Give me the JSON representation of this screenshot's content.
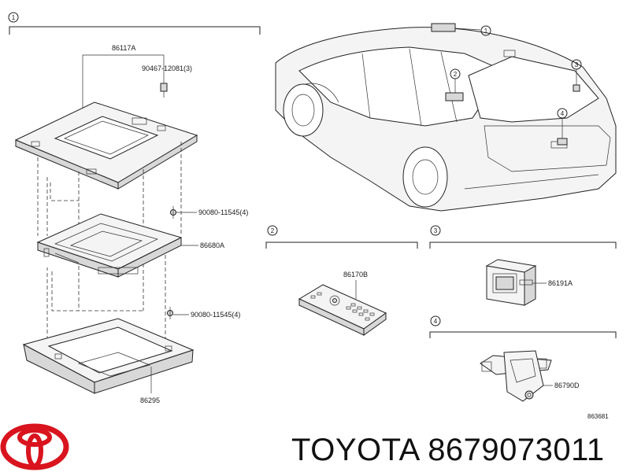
{
  "callouts": {
    "c1": "1",
    "c2": "2",
    "c3": "3",
    "c4": "4",
    "v1": "1",
    "v2": "2",
    "v3": "3",
    "v4": "4"
  },
  "parts": {
    "p86117A": "86117A",
    "p90467": "90467-12081(3)",
    "p90080a": "90080-11545(4)",
    "p86680A": "86680A",
    "p90080b": "90080-11545(4)",
    "p86295": "86295",
    "p86170B": "86170B",
    "p86191A": "86191A",
    "p86790D": "86790D"
  },
  "diagram_code": "863681",
  "brand": {
    "name": "TOYOTA",
    "part_number": "8679073011",
    "logo_color": "#d9141e"
  }
}
